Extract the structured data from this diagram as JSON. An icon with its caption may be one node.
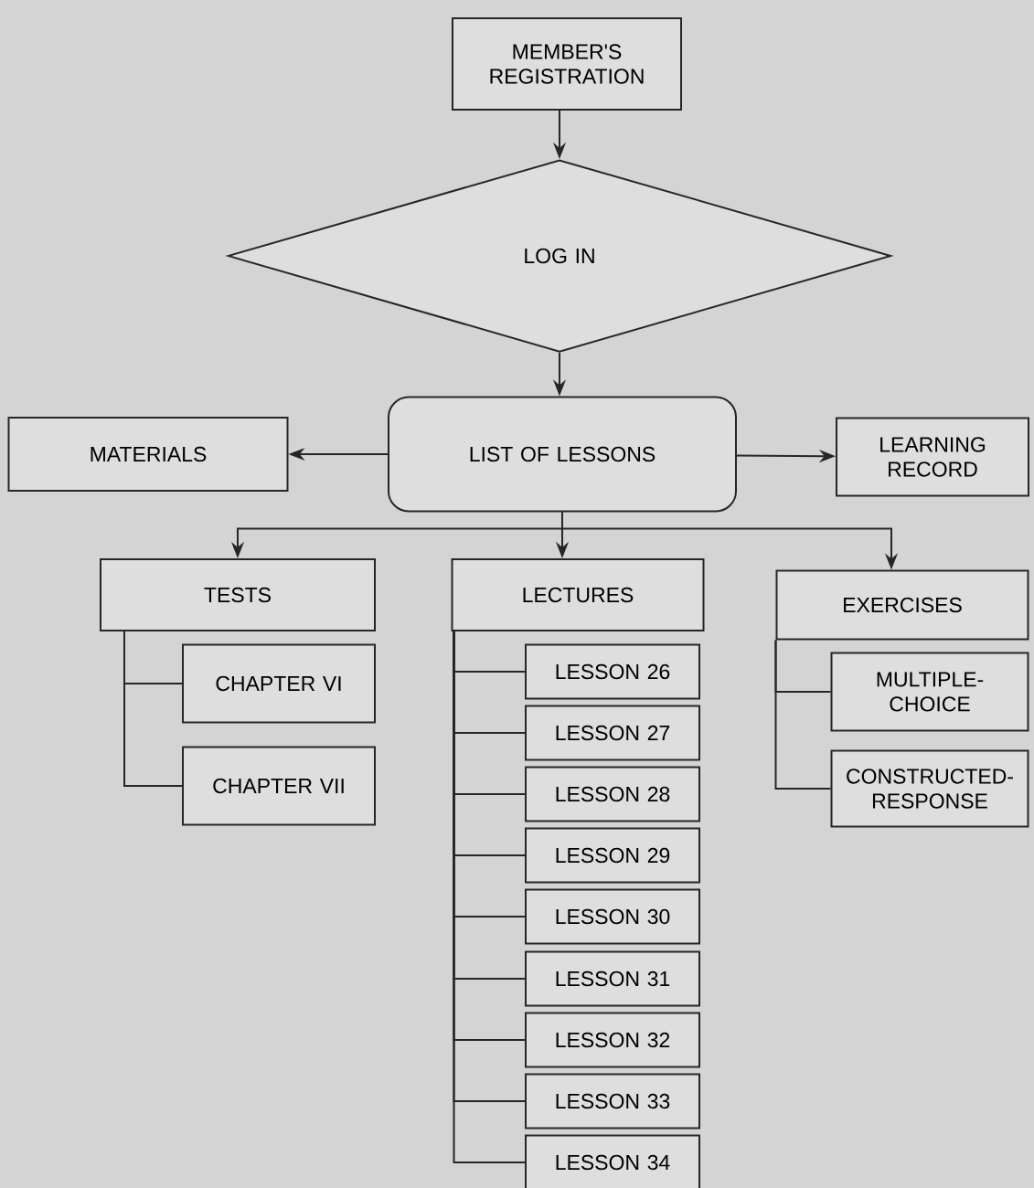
{
  "diagram": {
    "nodes": [
      {
        "text": [
          "MEMBER'S REGISTRATION"
        ]
      },
      {
        "text": [
          "LOG IN"
        ]
      },
      {
        "text": [
          "LIST OF LESSONS"
        ]
      },
      {
        "text": [
          "MATERIALS"
        ]
      },
      {
        "text": [
          "LEARNING RECORD"
        ]
      },
      {
        "text": [
          "TESTS"
        ]
      },
      {
        "text": [
          "LECTURES"
        ]
      },
      {
        "text": [
          "EXERCISES"
        ]
      },
      {
        "text": [
          "CHAPTER VI"
        ]
      },
      {
        "text": [
          "CHAPTER VII"
        ]
      },
      {
        "text": [
          "LESSON 26"
        ]
      },
      {
        "text": [
          "LESSON 27"
        ]
      },
      {
        "text": [
          "LESSON 28"
        ]
      },
      {
        "text": [
          "LESSON 29"
        ]
      },
      {
        "text": [
          "LESSON 30"
        ]
      },
      {
        "text": [
          "LESSON 31"
        ]
      },
      {
        "text": [
          "LESSON 32"
        ]
      },
      {
        "text": [
          "LESSON 33"
        ]
      },
      {
        "text": [
          "LESSON 34"
        ]
      },
      {
        "text": [
          "MULTIPLE-CHOICE"
        ]
      },
      {
        "text": [
          "CONSTRUCTED-RESPONSE"
        ]
      }
    ],
    "edges": [
      {
        "from": 0,
        "to": 1,
        "arrow": "to"
      },
      {
        "from": 1,
        "to": 2,
        "arrow": "to"
      },
      {
        "from": 2,
        "to": 3,
        "arrow": "to"
      },
      {
        "from": 2,
        "to": 4,
        "arrow": "to"
      },
      {
        "from": 2,
        "to": 5,
        "arrow": "to"
      },
      {
        "from": 2,
        "to": 6,
        "arrow": "to"
      },
      {
        "from": 2,
        "to": 7,
        "arrow": "to"
      },
      {
        "from": 5,
        "to": 8,
        "arrow": "none"
      },
      {
        "from": 5,
        "to": 9,
        "arrow": "none"
      },
      {
        "from": 6,
        "to": 10,
        "arrow": "none"
      },
      {
        "from": 6,
        "to": 11,
        "arrow": "none"
      },
      {
        "from": 6,
        "to": 12,
        "arrow": "none"
      },
      {
        "from": 6,
        "to": 13,
        "arrow": "none"
      },
      {
        "from": 6,
        "to": 14,
        "arrow": "none"
      },
      {
        "from": 6,
        "to": 15,
        "arrow": "none"
      },
      {
        "from": 6,
        "to": 16,
        "arrow": "none"
      },
      {
        "from": 6,
        "to": 17,
        "arrow": "none"
      },
      {
        "from": 6,
        "to": 18,
        "arrow": "none"
      },
      {
        "from": 7,
        "to": 19,
        "arrow": "none"
      },
      {
        "from": 7,
        "to": 20,
        "arrow": "none"
      }
    ]
  }
}
